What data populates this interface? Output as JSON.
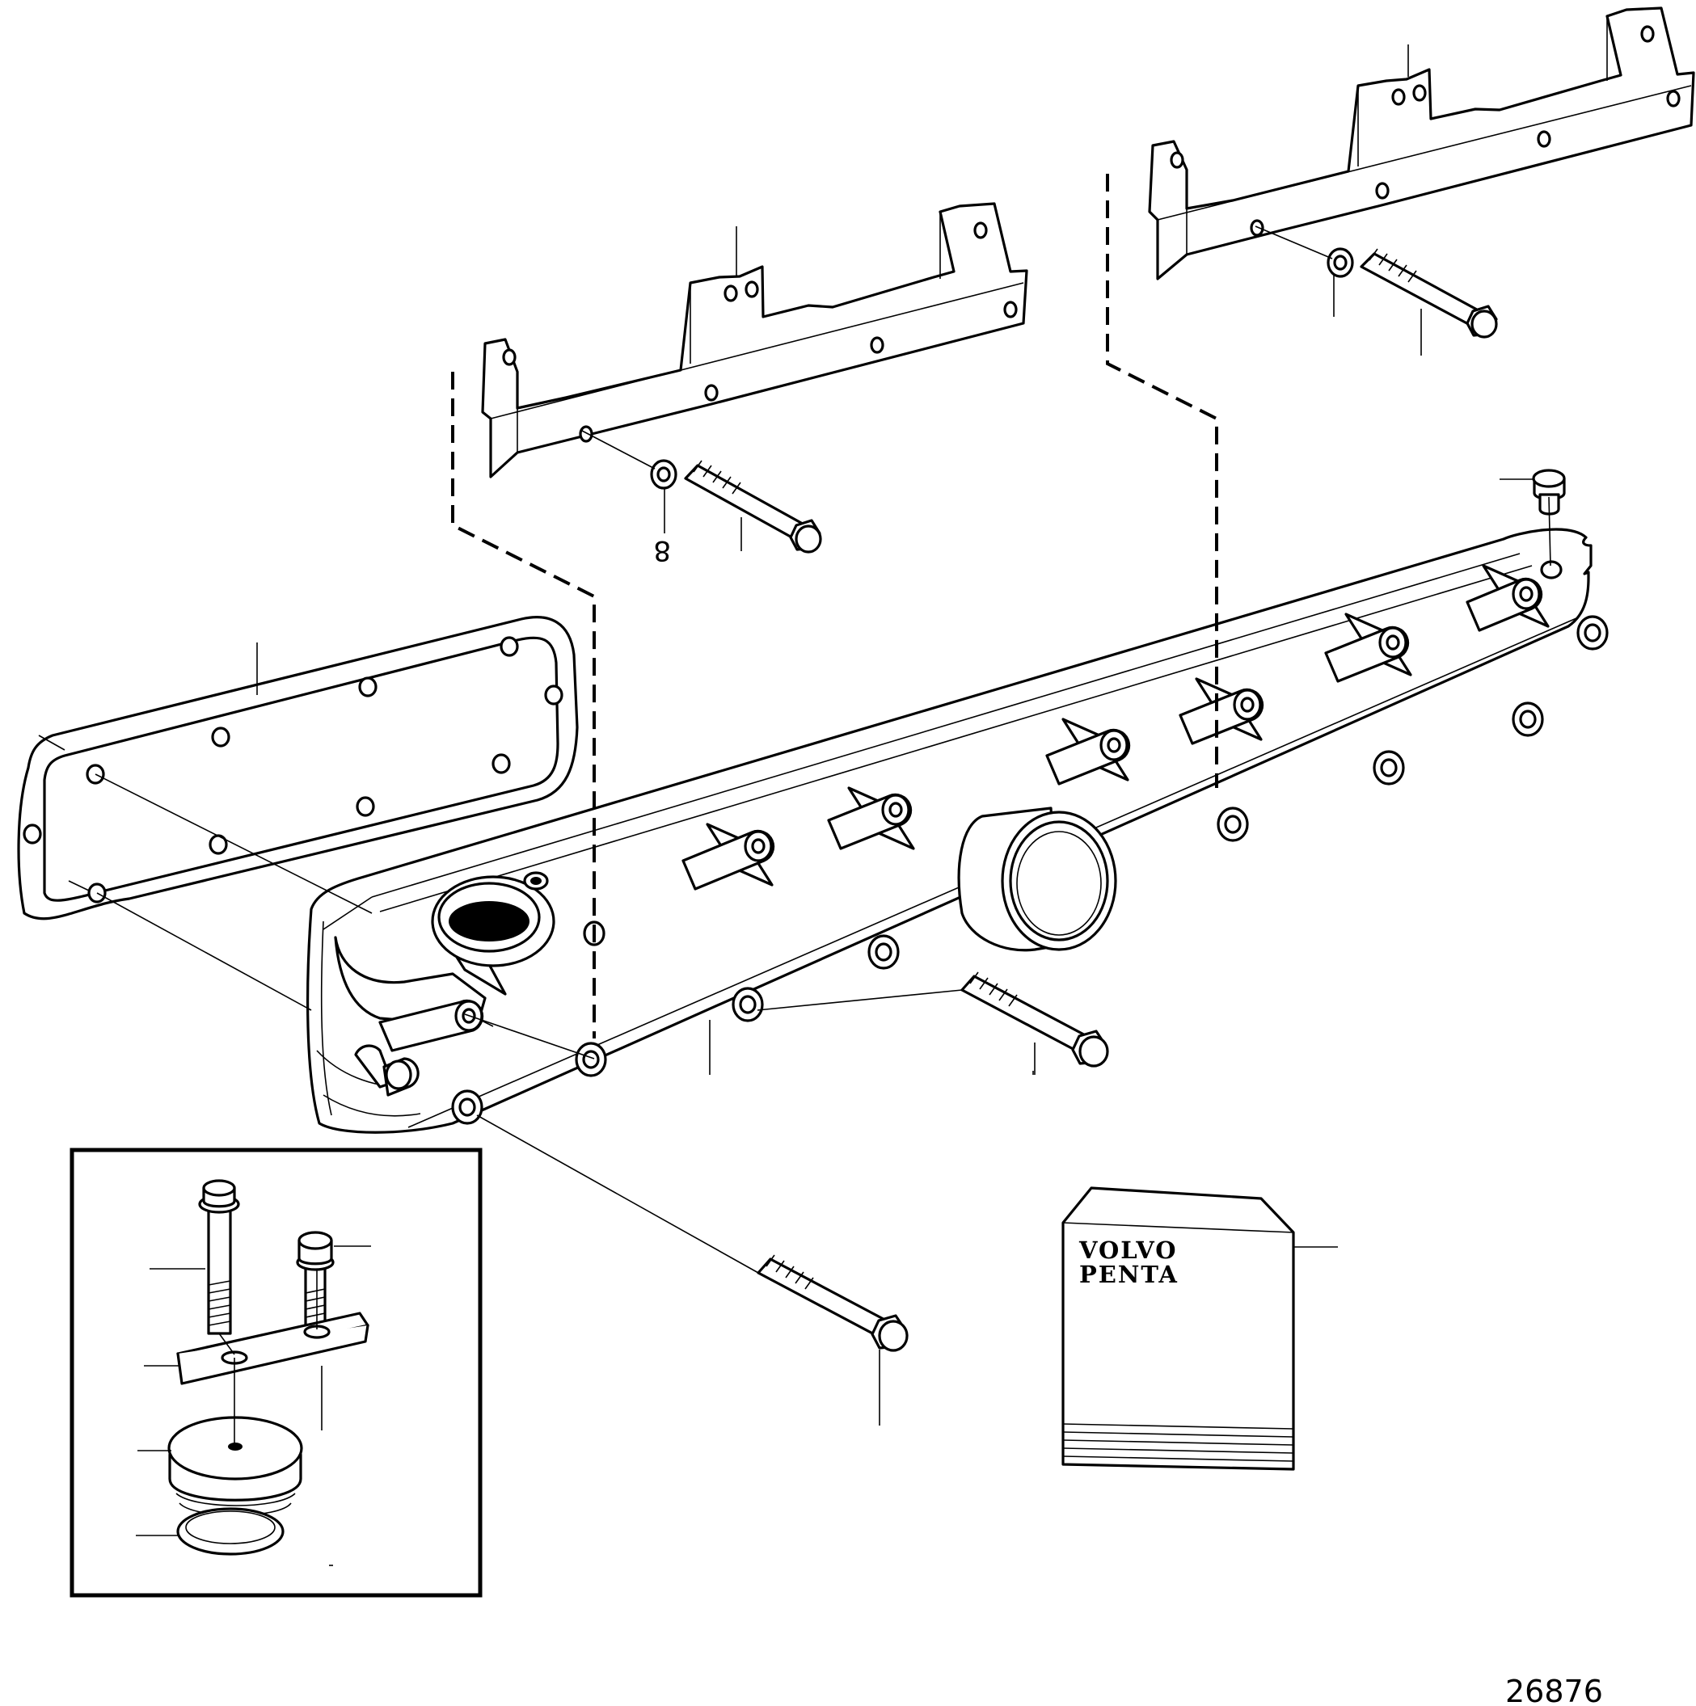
{
  "drawing_number": "26876",
  "manual_brand": {
    "line1": "VOLVO",
    "line2": "PENTA"
  },
  "stray_mark": "8",
  "colors": {
    "line": "#000000",
    "background": "#ffffff"
  }
}
